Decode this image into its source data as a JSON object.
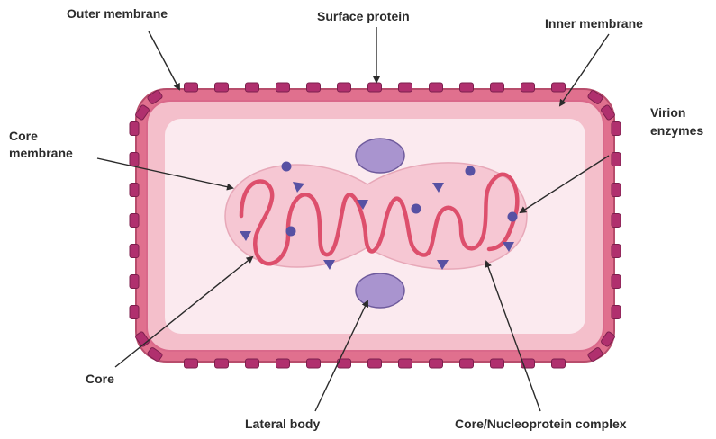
{
  "labels": {
    "outer_membrane": "Outer membrane",
    "surface_protein": "Surface protein",
    "inner_membrane": "Inner membrane",
    "core_membrane_line1": "Core",
    "core_membrane_line2": "membrane",
    "virion_enzymes_line1": "Virion",
    "virion_enzymes_line2": "enzymes",
    "core": "Core",
    "lateral_body": "Lateral body",
    "nucleoprotein_complex": "Core/Nucleoprotein complex"
  },
  "colors": {
    "outer_membrane": "#e0708e",
    "outer_membrane_stroke": "#b84d6c",
    "inner_region": "#f4bfcb",
    "innermost": "#fbeaef",
    "surface_protein": "#b0306e",
    "surface_protein_stroke": "#7c1f4d",
    "core_fill": "#f6c7d3",
    "nucleoprotein_strand": "#dd4f6c",
    "lateral_body_fill": "#a994cf",
    "lateral_body_stroke": "#6e5a9c",
    "enzymes": "#5751a3",
    "label_text": "#2b2b2b"
  }
}
